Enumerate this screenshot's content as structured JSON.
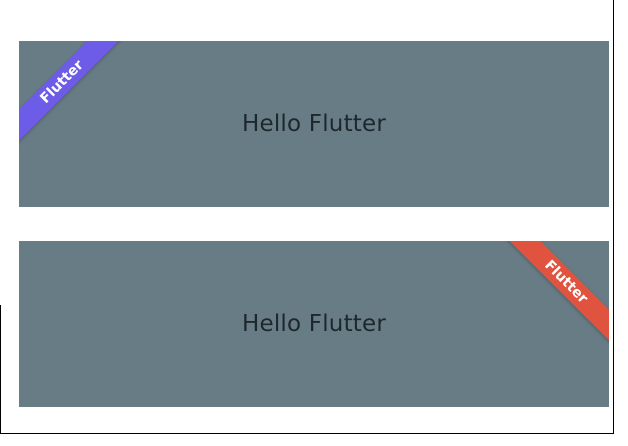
{
  "cards": [
    {
      "text": "Hello Flutter",
      "ribbon": {
        "label": "Flutter",
        "position": "top-left",
        "color": "#6c5ce7"
      }
    },
    {
      "text": "Hello Flutter",
      "ribbon": {
        "label": "Flutter",
        "position": "top-right",
        "color": "#e0533f"
      }
    }
  ],
  "colors": {
    "background": "#ffffff",
    "card": "#687c86",
    "text": "#1e272c"
  }
}
